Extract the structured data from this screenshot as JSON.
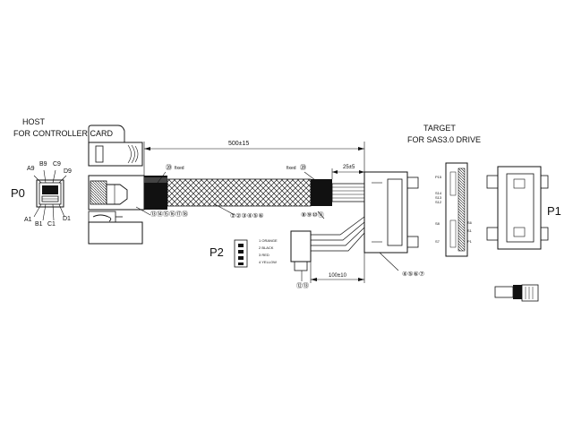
{
  "host": {
    "line1": "HOST",
    "line2": "FOR CONTROLLER CARD"
  },
  "target": {
    "line1": "TARGET",
    "line2": "FOR SAS3.0 DRIVE"
  },
  "connectors": {
    "p0": "P0",
    "p1": "P1",
    "p2": "P2"
  },
  "pins": {
    "a9": "A9",
    "b9": "B9",
    "c9": "C9",
    "d9": "D9",
    "a1": "A1",
    "b1": "B1",
    "c1": "C1",
    "d1": "D1"
  },
  "dimensions": {
    "overall": "500±15",
    "end": "25±5",
    "power": "100±10"
  },
  "fixed": {
    "left_num": "⑳",
    "left_word": "fixed",
    "right_word": "fixed",
    "right_num": "⑳"
  },
  "callouts": {
    "host_backshell": "⑬⑭⑮⑯⑰⑱",
    "cable": "①②③④⑤⑥",
    "wires": "⑧⑨⑩⑪",
    "plug": "④⑤⑥⑦",
    "p2_housing": "⑫⑬"
  },
  "p2_wires": [
    "1 ORANGE",
    "2 BLACK",
    "3 RED",
    "4 YELLOW"
  ],
  "pinout": {
    "p15": "P15",
    "s14": "S14",
    "s13": "S13",
    "s12": "S12",
    "s8": "S8",
    "s7": "S7",
    "s6": "S6",
    "s1": "S1",
    "p1": "P1"
  }
}
